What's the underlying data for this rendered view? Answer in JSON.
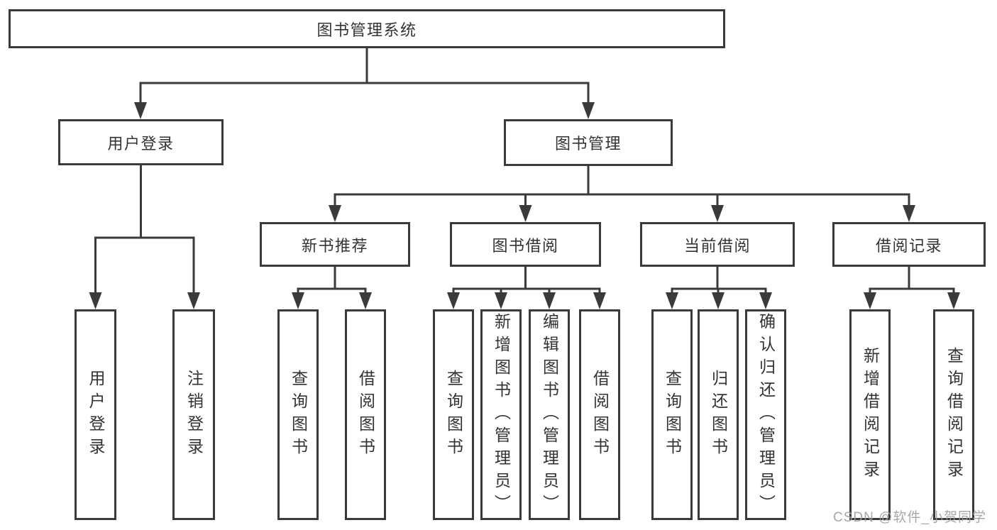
{
  "tree": {
    "label": "图书管理系统",
    "children": [
      {
        "label": "用户登录",
        "children": [
          {
            "label": "用户登录"
          },
          {
            "label": "注销登录"
          }
        ]
      },
      {
        "label": "图书管理",
        "children": [
          {
            "label": "新书推荐",
            "children": [
              {
                "label": "查询图书"
              },
              {
                "label": "借阅图书"
              }
            ]
          },
          {
            "label": "图书借阅",
            "children": [
              {
                "label": "查询图书"
              },
              {
                "label": "新增图书（管理员）"
              },
              {
                "label": "编辑图书（管理员）"
              },
              {
                "label": "借阅图书"
              }
            ]
          },
          {
            "label": "当前借阅",
            "children": [
              {
                "label": "查询图书"
              },
              {
                "label": "归还图书"
              },
              {
                "label": "确认归还（管理员）"
              }
            ]
          },
          {
            "label": "借阅记录",
            "children": [
              {
                "label": "新增借阅记录"
              },
              {
                "label": "查询借阅记录"
              }
            ]
          }
        ]
      }
    ]
  },
  "watermark": {
    "text": "CSDN @软件_小贺同学"
  },
  "colors": {
    "line": "#3a3a3a",
    "text": "#333333",
    "box_fill": "#ffffff",
    "background": "#ffffff",
    "watermark": "#9e9e9e"
  }
}
